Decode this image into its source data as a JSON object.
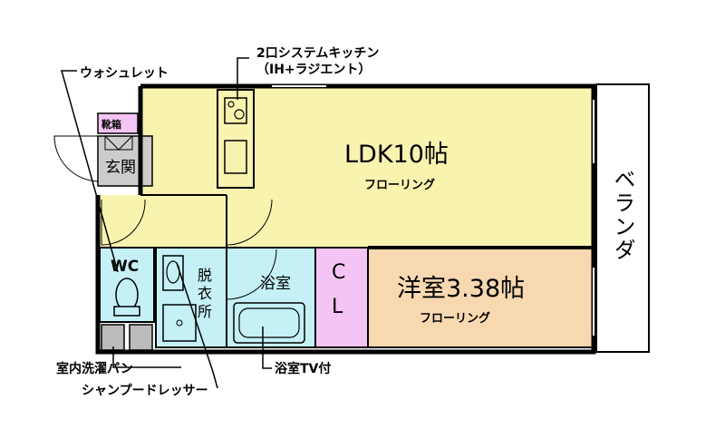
{
  "callouts": {
    "kitchen_line1": "2口システムキッチン",
    "kitchen_line2": "（IH+ラジエント）",
    "washlet": "ウォシュレット",
    "washing_pan": "室内洗濯パン",
    "shampoo_dresser": "シャンプードレッサー",
    "bath_tv": "浴室TV付"
  },
  "rooms": {
    "ldk": {
      "name": "LDK10帖",
      "flooring": "フローリング"
    },
    "western": {
      "name": "洋室3.38帖",
      "flooring": "フローリング"
    },
    "entrance": "玄関",
    "shoe_box": "靴箱",
    "wc": "WC",
    "dressing_line1": "脱",
    "dressing_line2": "衣",
    "dressing_line3": "所",
    "bath": "浴室",
    "closet_line1": "C",
    "closet_line2": "L",
    "balcony": "ベランダ"
  },
  "colors": {
    "ldk_fill": "#f8f4b0",
    "western_fill": "#f8d8b0",
    "wet_fill": "#c4f0f6",
    "closet_fill": "#f4c4f4",
    "shoebox_fill": "#f4c4f4",
    "entrance_fill": "#cccccc",
    "wall": "#000000"
  }
}
